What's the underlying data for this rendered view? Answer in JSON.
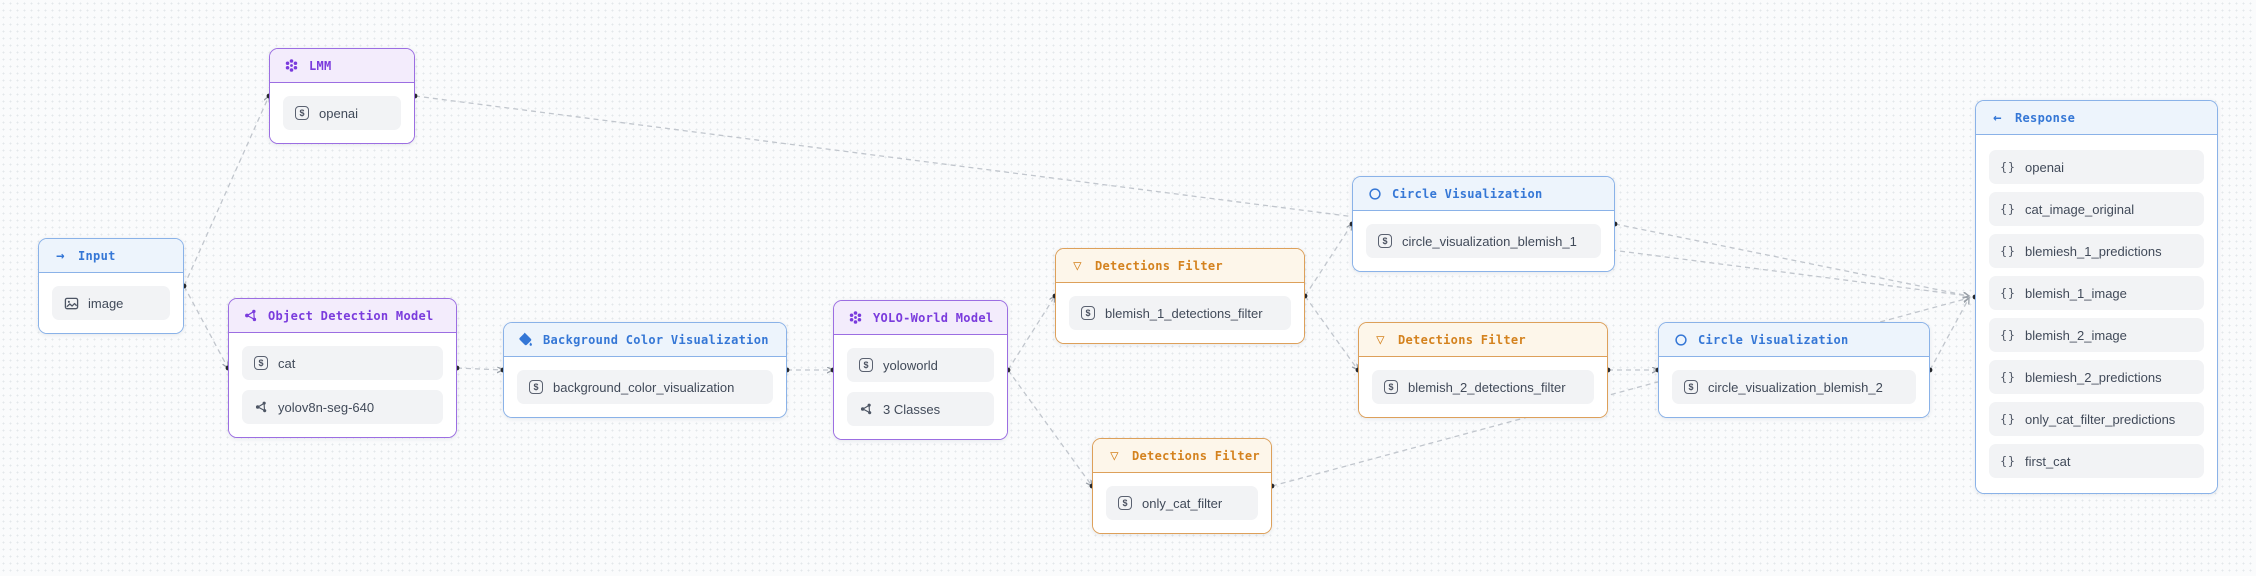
{
  "workflow": {
    "nodes": [
      {
        "id": "input",
        "type": "blue",
        "icon": "arrow-right-icon",
        "title": "Input",
        "items": [
          {
            "icon": "image-icon",
            "label": "image"
          }
        ]
      },
      {
        "id": "lmm",
        "type": "purple",
        "icon": "sparkle-icon",
        "title": "LMM",
        "items": [
          {
            "icon": "dollar-icon",
            "label": "openai"
          }
        ]
      },
      {
        "id": "object-detection-model",
        "type": "purple",
        "icon": "network-icon",
        "title": "Object Detection Model",
        "items": [
          {
            "icon": "dollar-icon",
            "label": "cat"
          },
          {
            "icon": "network-icon",
            "label": "yolov8n-seg-640"
          }
        ]
      },
      {
        "id": "background-color-visualization",
        "type": "blue",
        "icon": "paint-bucket-icon",
        "title": "Background Color Visualization",
        "items": [
          {
            "icon": "dollar-icon",
            "label": "background_color_visualization"
          }
        ]
      },
      {
        "id": "yolo-world-model",
        "type": "purple",
        "icon": "sparkle-icon",
        "title": "YOLO-World Model",
        "items": [
          {
            "icon": "dollar-icon",
            "label": "yoloworld"
          },
          {
            "icon": "network-icon",
            "label": "3 Classes"
          }
        ]
      },
      {
        "id": "detections-filter-1",
        "type": "orange",
        "icon": "funnel-icon",
        "title": "Detections Filter",
        "items": [
          {
            "icon": "dollar-icon",
            "label": "blemish_1_detections_filter"
          }
        ]
      },
      {
        "id": "detections-filter-2",
        "type": "orange",
        "icon": "funnel-icon",
        "title": "Detections Filter",
        "items": [
          {
            "icon": "dollar-icon",
            "label": "blemish_2_detections_filter"
          }
        ]
      },
      {
        "id": "detections-filter-3",
        "type": "orange",
        "icon": "funnel-icon",
        "title": "Detections Filter",
        "items": [
          {
            "icon": "dollar-icon",
            "label": "only_cat_filter"
          }
        ]
      },
      {
        "id": "circle-visualization-1",
        "type": "blue",
        "icon": "circle-icon",
        "title": "Circle Visualization",
        "items": [
          {
            "icon": "dollar-icon",
            "label": "circle_visualization_blemish_1"
          }
        ]
      },
      {
        "id": "circle-visualization-2",
        "type": "blue",
        "icon": "circle-icon",
        "title": "Circle Visualization",
        "items": [
          {
            "icon": "dollar-icon",
            "label": "circle_visualization_blemish_2"
          }
        ]
      },
      {
        "id": "response",
        "type": "blue",
        "icon": "arrow-left-icon",
        "title": "Response",
        "items": [
          {
            "icon": "braces-icon",
            "label": "openai"
          },
          {
            "icon": "braces-icon",
            "label": "cat_image_original"
          },
          {
            "icon": "braces-icon",
            "label": "blemiesh_1_predictions"
          },
          {
            "icon": "braces-icon",
            "label": "blemish_1_image"
          },
          {
            "icon": "braces-icon",
            "label": "blemish_2_image"
          },
          {
            "icon": "braces-icon",
            "label": "blemiesh_2_predictions"
          },
          {
            "icon": "braces-icon",
            "label": "only_cat_filter_predictions"
          },
          {
            "icon": "braces-icon",
            "label": "first_cat"
          }
        ]
      }
    ],
    "connections": [
      {
        "from": "input",
        "to": "lmm"
      },
      {
        "from": "input",
        "to": "object-detection-model"
      },
      {
        "from": "lmm",
        "to": "response"
      },
      {
        "from": "object-detection-model",
        "to": "background-color-visualization"
      },
      {
        "from": "background-color-visualization",
        "to": "yolo-world-model"
      },
      {
        "from": "yolo-world-model",
        "to": "detections-filter-1"
      },
      {
        "from": "yolo-world-model",
        "to": "detections-filter-3"
      },
      {
        "from": "detections-filter-1",
        "to": "circle-visualization-1"
      },
      {
        "from": "detections-filter-1",
        "to": "detections-filter-2"
      },
      {
        "from": "detections-filter-2",
        "to": "circle-visualization-2"
      },
      {
        "from": "circle-visualization-1",
        "to": "response"
      },
      {
        "from": "circle-visualization-2",
        "to": "response"
      },
      {
        "from": "detections-filter-3",
        "to": "response"
      }
    ],
    "glyphs": {
      "arrow_right": "→",
      "arrow_left": "←",
      "funnel": "▽",
      "braces": "{}",
      "dollar": "$"
    },
    "colors": {
      "blue_border": "#8ab2e8",
      "blue_header_bg": "#edf4fc",
      "blue_text": "#3577d6",
      "purple_border": "#9c6ee2",
      "purple_header_bg": "#f3ecfc",
      "purple_text": "#7a3bdd",
      "orange_border": "#dda05a",
      "orange_header_bg": "#fdf6ea",
      "orange_text": "#d4821e",
      "item_bg": "#f2f3f5",
      "item_text": "#414a59",
      "edge": "#c1c6cd",
      "canvas_bg": "#fafbfc"
    }
  }
}
